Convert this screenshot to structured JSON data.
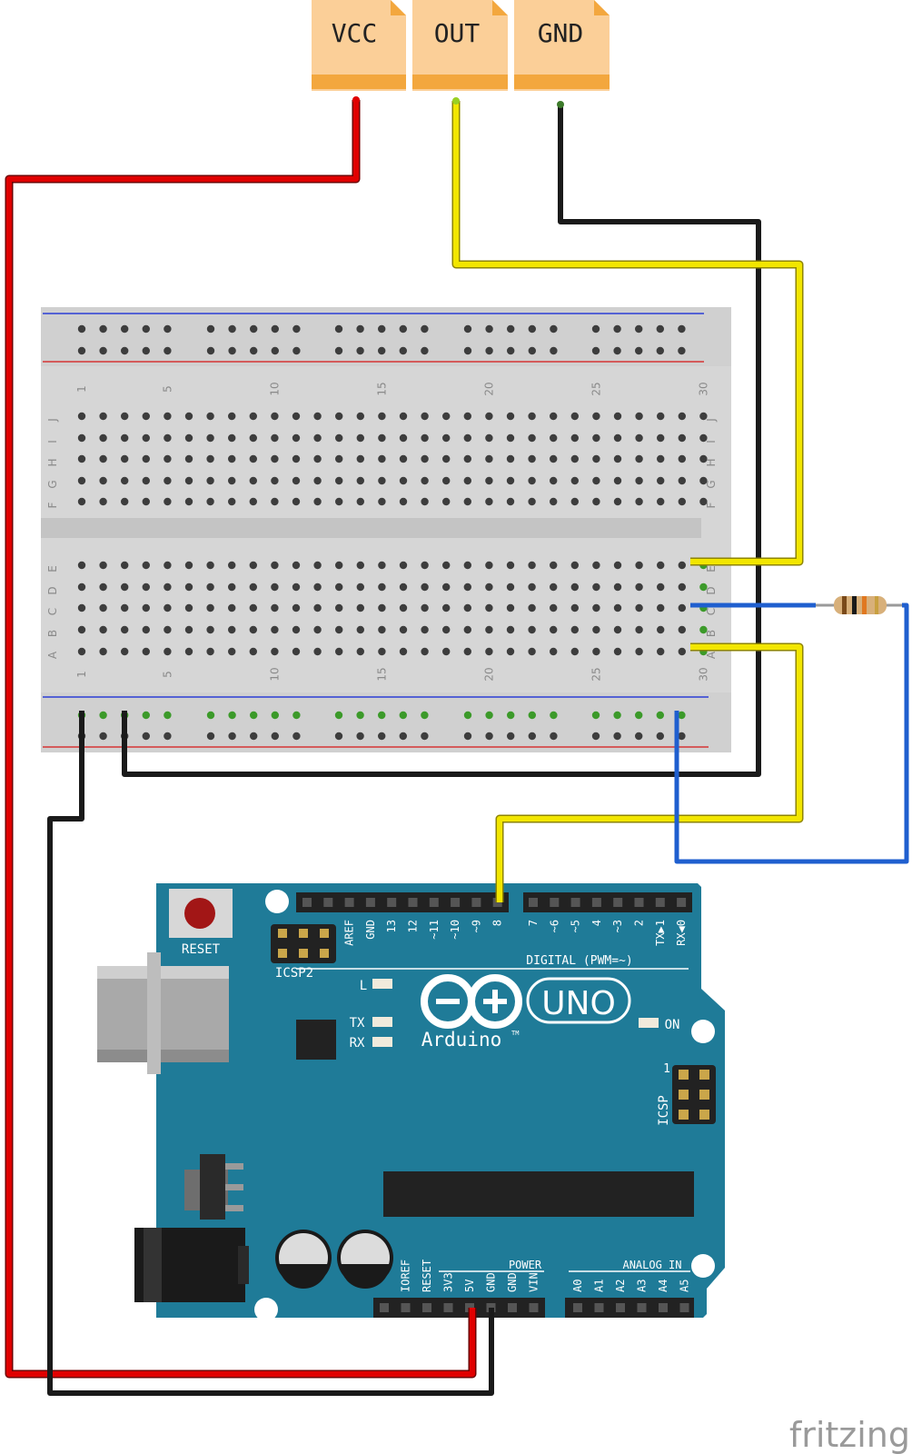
{
  "connectors": {
    "vcc": "VCC",
    "out": "OUT",
    "gnd": "GND"
  },
  "breadboard": {
    "col_numbers": [
      "1",
      "5",
      "10",
      "15",
      "20",
      "25",
      "30"
    ],
    "rows_top": [
      "J",
      "I",
      "H",
      "G",
      "F"
    ],
    "rows_bottom": [
      "E",
      "D",
      "C",
      "B",
      "A"
    ],
    "right_rows_top": [
      "J",
      "I",
      "H",
      "G",
      "F"
    ],
    "right_rows_bottom": [
      "E",
      "D",
      "C",
      "B",
      "A"
    ]
  },
  "arduino": {
    "reset": "RESET",
    "icsp2": "ICSP2",
    "icsp": "ICSP",
    "icsp_pin1": "1",
    "digital": "DIGITAL (PWM=~)",
    "digital_pins": [
      "AREF",
      "GND",
      "13",
      "12",
      "~11",
      "~10",
      "~9",
      "8",
      "7",
      "~6",
      "~5",
      "4",
      "~3",
      "2",
      "TX▶1",
      "RX◀0"
    ],
    "led_l": "L",
    "led_tx": "TX",
    "led_rx": "RX",
    "led_on": "ON",
    "uno": "UNO",
    "brand": "Arduino",
    "tm": "TM",
    "power": "POWER",
    "power_pins": [
      "IOREF",
      "RESET",
      "3V3",
      "5V",
      "GND",
      "GND",
      "VIN"
    ],
    "analog": "ANALOG IN",
    "analog_pins": [
      "A0",
      "A1",
      "A2",
      "A3",
      "A4",
      "A5"
    ]
  },
  "logo": "fritzing",
  "colors": {
    "vcc_wire": "#e00000",
    "gnd_wire": "#1a1a1a",
    "out_wire": "#f2e600",
    "blue_wire": "#1f5fcf",
    "board": "#1f7b98",
    "breadboard": "#d6d6d6"
  }
}
